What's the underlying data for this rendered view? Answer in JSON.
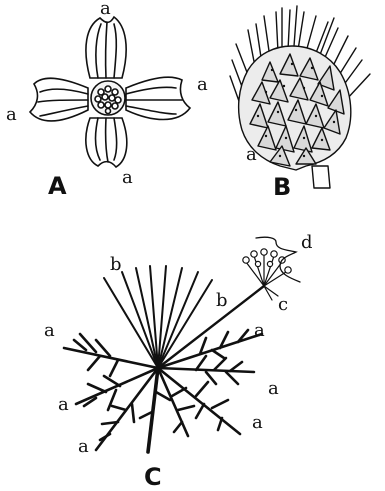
{
  "figure": {
    "panels": [
      {
        "caption": "A",
        "subject": "flower with four bracts",
        "labels": [
          "a",
          "a",
          "a",
          "a"
        ]
      },
      {
        "caption": "B",
        "subject": "flower head with involucre",
        "labels": [
          "a"
        ]
      },
      {
        "caption": "C",
        "subject": "umbel with involucre",
        "labels": [
          "a",
          "a",
          "a",
          "a",
          "a",
          "a",
          "b",
          "b",
          "c",
          "d"
        ]
      }
    ]
  }
}
